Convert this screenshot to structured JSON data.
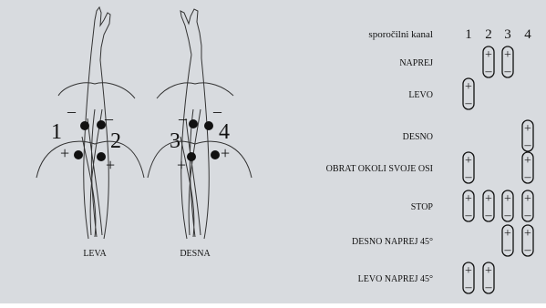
{
  "arms": [
    {
      "caption": "LEVA",
      "num_left": "1",
      "num_right": "2",
      "signs": [
        "–",
        "–",
        "+",
        "+"
      ]
    },
    {
      "caption": "DESNA",
      "num_left": "3",
      "num_right": "4",
      "signs": [
        "–",
        "–",
        "+",
        "+"
      ]
    }
  ],
  "table": {
    "header": "sporočilni kanal",
    "channels": [
      "1",
      "2",
      "3",
      "4"
    ],
    "rows": [
      {
        "label": "NAPREJ",
        "cells": [
          0,
          1,
          1,
          0
        ]
      },
      {
        "label": "LEVO",
        "cells": [
          1,
          0,
          0,
          0
        ]
      },
      {
        "label": "DESNO",
        "cells": [
          0,
          0,
          0,
          1
        ]
      },
      {
        "label": "OBRAT OKOLI SVOJE OSI",
        "cells": [
          1,
          0,
          0,
          1
        ]
      },
      {
        "label": "STOP",
        "cells": [
          1,
          1,
          1,
          1
        ]
      },
      {
        "label": "DESNO NAPREJ 45°",
        "cells": [
          0,
          0,
          1,
          1
        ]
      },
      {
        "label": "LEVO NAPREJ 45°",
        "cells": [
          1,
          1,
          0,
          0
        ]
      }
    ]
  },
  "pill_signs": {
    "top": "+",
    "bottom": "–"
  },
  "colors": {
    "background": "#d8dbdf",
    "ink": "#111111"
  }
}
